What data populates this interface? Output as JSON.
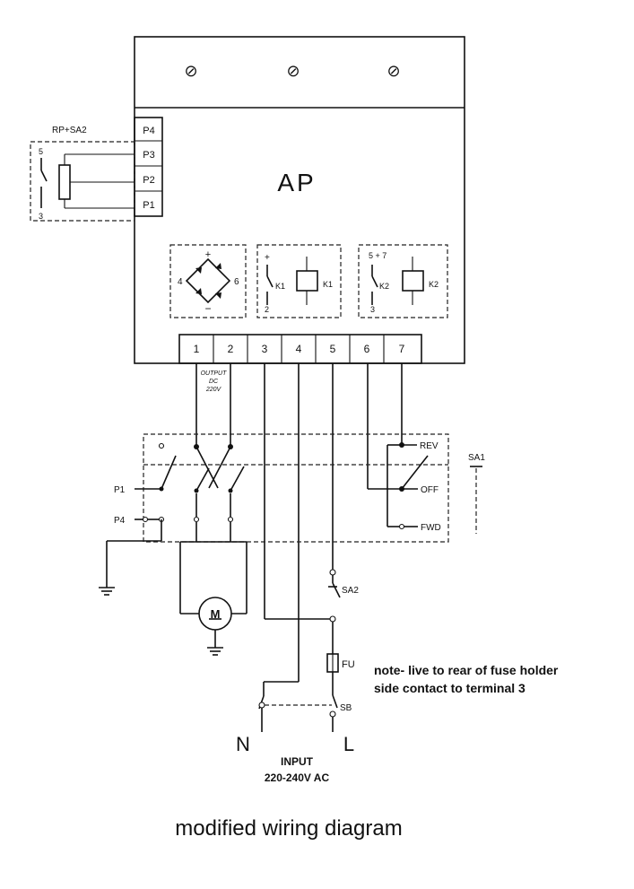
{
  "unit": {
    "label": "AP",
    "screw_symbol": "⊘",
    "pot_terminals": [
      "P4",
      "P3",
      "P2",
      "P1"
    ],
    "terminals": [
      "1",
      "2",
      "3",
      "4",
      "5",
      "6",
      "7"
    ],
    "output_note": [
      "OUTPUT",
      "DC",
      "220V"
    ]
  },
  "bridge": {
    "plus": "+",
    "minus": "−",
    "left_pin": "4",
    "right_pin": "6"
  },
  "relay_k1": {
    "top": "+",
    "bottom": "2",
    "contact": "K1",
    "coil": "K1"
  },
  "relay_k2": {
    "top": "5 + 7",
    "bottom": "3",
    "contact": "K2",
    "coil": "K2"
  },
  "potentiometer": {
    "label": "RP+SA2",
    "top_pin": "5",
    "bottom_pin": "3"
  },
  "switch_sa1": {
    "label": "SA1",
    "positions": [
      "REV",
      "OFF",
      "FWD"
    ],
    "p1": "P1",
    "p4": "P4"
  },
  "motor": {
    "label": "M"
  },
  "components": {
    "sa2": "SA2",
    "fuse": "FU",
    "sb": "SB"
  },
  "input": {
    "neutral": "N",
    "live": "L",
    "title": "INPUT",
    "voltage": "220-240V AC"
  },
  "note": {
    "line1": "note- live to rear of fuse holder",
    "line2": "side contact to terminal 3"
  },
  "caption": "modified wiring diagram"
}
